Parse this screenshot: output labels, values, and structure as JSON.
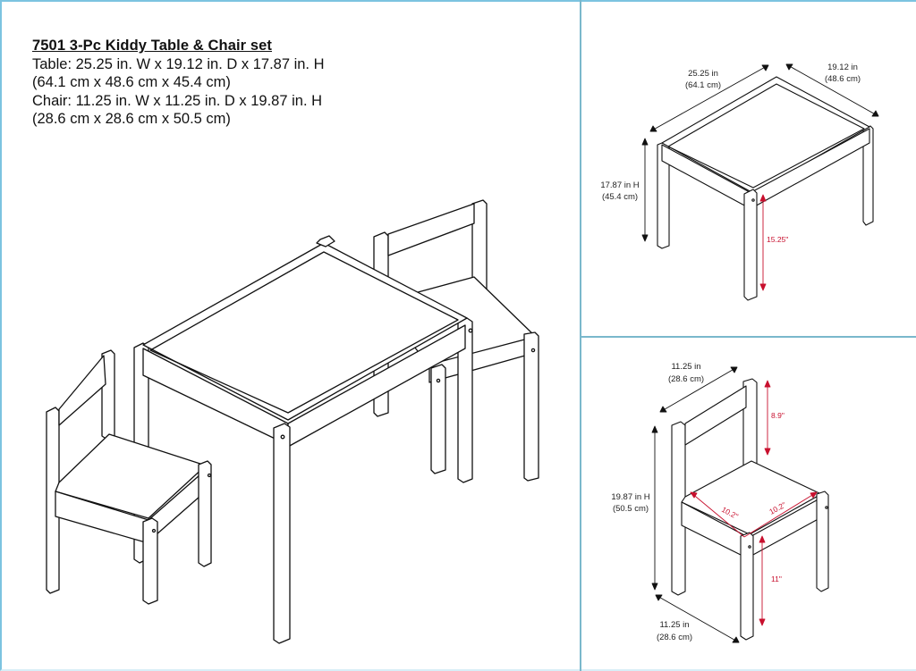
{
  "spec": {
    "title": "7501  3-Pc Kiddy Table & Chair set",
    "table_line": "Table: 25.25 in. W x 19.12 in. D x 17.87 in. H",
    "table_metric": "(64.1 cm x 48.6 cm x 45.4 cm)",
    "chair_line": "Chair: 11.25 in. W x 11.25 in. D x 19.87 in. H",
    "chair_metric": "(28.6 cm x 28.6 cm x 50.5 cm)"
  },
  "table_diagram": {
    "width_in": "25.25 in",
    "width_cm": "(64.1 cm)",
    "depth_in": "19.12 in",
    "depth_cm": "(48.6 cm)",
    "height_in": "17.87 in H",
    "height_cm": "(45.4 cm)",
    "leg_clearance": "15.25\""
  },
  "chair_diagram": {
    "width_in": "11.25 in",
    "width_cm": "(28.6 cm)",
    "depth_in": "11.25 in",
    "depth_cm": "(28.6 cm)",
    "height_in": "19.87 in H",
    "height_cm": "(50.5 cm)",
    "back_height": "8.9\"",
    "seat_width": "10.2\"",
    "seat_depth": "10.2\"",
    "seat_height": "11\""
  },
  "colors": {
    "divider": "#7ab8cc",
    "line": "#111111",
    "dimension_red": "#c8102e"
  }
}
